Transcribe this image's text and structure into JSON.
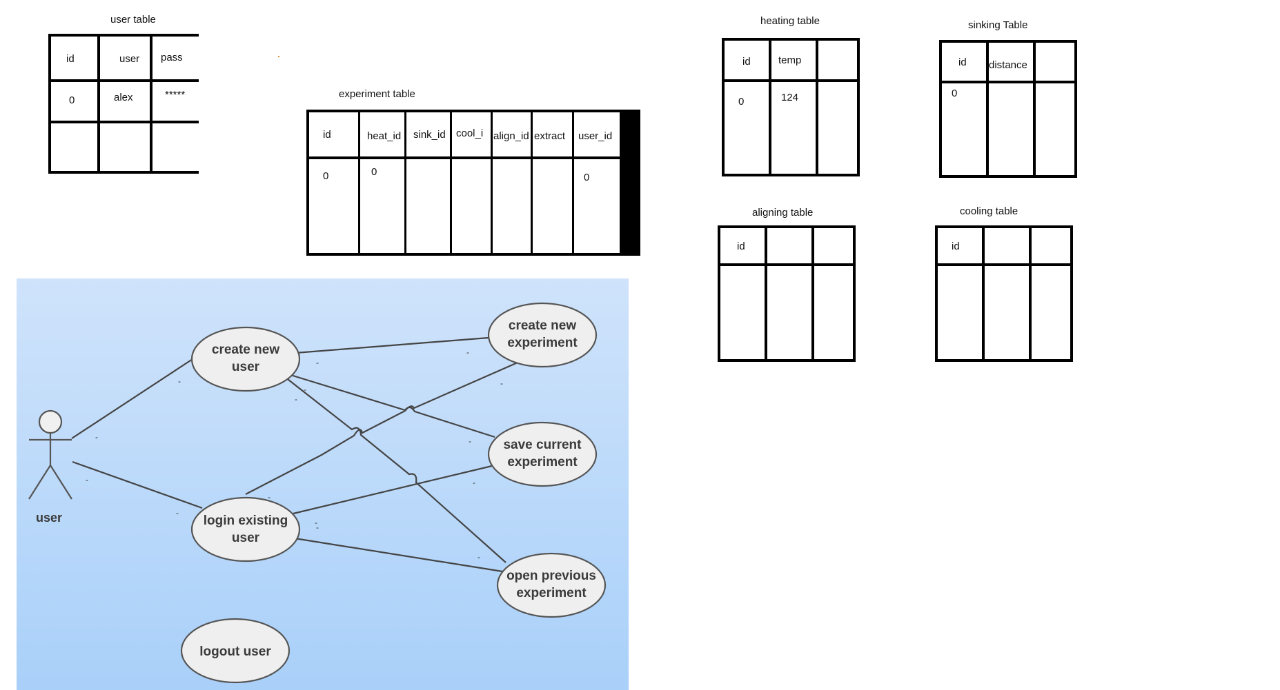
{
  "user_table": {
    "title": "user table",
    "headers": [
      "id",
      "user",
      "pass"
    ],
    "rows": [
      [
        "0",
        "alex",
        "*****"
      ],
      [
        "",
        "",
        ""
      ]
    ]
  },
  "experiment_table": {
    "title": "experiment table",
    "headers": [
      "id",
      "heat_id",
      "sink_id",
      "cool_i",
      "align_id",
      "extract",
      "user_id"
    ],
    "rows": [
      [
        "0",
        "0",
        "",
        "",
        "",
        "",
        "0"
      ]
    ]
  },
  "heating_table": {
    "title": "heating table",
    "headers": [
      "id",
      "temp",
      ""
    ],
    "rows": [
      [
        "0",
        "124",
        ""
      ]
    ]
  },
  "sinking_table": {
    "title": "sinking Table",
    "headers": [
      "id",
      "distance",
      ""
    ],
    "rows": [
      [
        "0",
        "",
        ""
      ]
    ]
  },
  "aligning_table": {
    "title": "aligning table",
    "headers": [
      "id",
      "",
      ""
    ],
    "rows": [
      [
        "",
        "",
        ""
      ]
    ]
  },
  "cooling_table": {
    "title": "cooling table",
    "headers": [
      "id",
      "",
      ""
    ],
    "rows": [
      [
        "",
        "",
        ""
      ]
    ]
  },
  "use_case": {
    "actor": "user",
    "cases": {
      "create_user": [
        "create new",
        "user"
      ],
      "login_user": [
        "login existing",
        "user"
      ],
      "logout_user": [
        "logout user"
      ],
      "create_experiment": [
        "create new",
        "experiment"
      ],
      "save_experiment": [
        "save current",
        "experiment"
      ],
      "open_experiment": [
        "open previous",
        "experiment"
      ]
    },
    "association_marker": "-"
  },
  "colors": {
    "panel_top": "#cfe3fb",
    "panel_bottom": "#a9d0f9",
    "ellipse_fill": "#efefef",
    "ellipse_stroke": "#555555",
    "line": "#444444"
  }
}
